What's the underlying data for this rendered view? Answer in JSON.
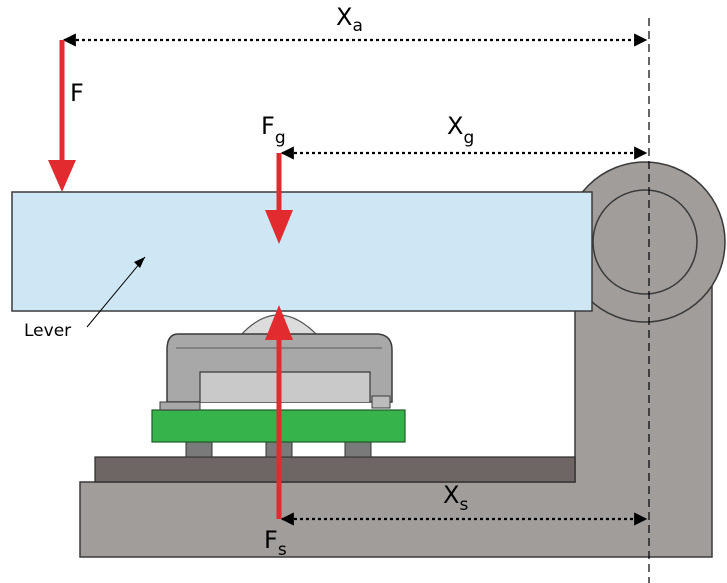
{
  "labels": {
    "F": "F",
    "Fg_main": "F",
    "Fg_sub": "g",
    "Xg_main": "X",
    "Xg_sub": "g",
    "Xa_main": "X",
    "Xa_sub": "a",
    "Xs_main": "X",
    "Xs_sub": "s",
    "Fs_main": "F",
    "Fs_sub": "s",
    "lever": "Lever"
  },
  "colors": {
    "force_arrow": "#e22b2f",
    "lever_fill": "#cfe7f5",
    "base_fill": "#a19d9b",
    "plate_fill": "#6e6664",
    "pcb_fill": "#36b34a",
    "sensor_fill": "#a8a8a8"
  }
}
